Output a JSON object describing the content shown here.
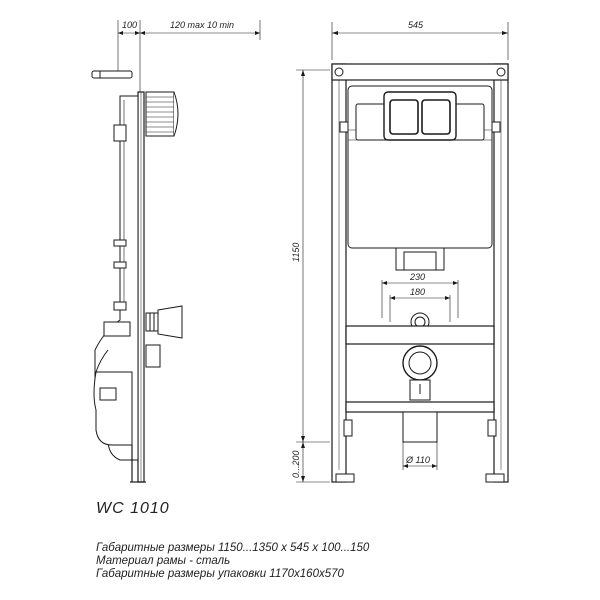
{
  "dimensions": {
    "side_depth": "100",
    "side_offset": "120 max 10 min",
    "front_width": "545",
    "height": "1150",
    "floor_offset": "0...200",
    "outlet_spacing_outer": "230",
    "outlet_spacing_inner": "180",
    "drain_diameter": "Ø 110"
  },
  "model": "WC 1010",
  "specs": [
    "Габаритные размеры 1150...1350 х 545  х 100...150",
    "Материал рамы  - сталь",
    "Габаритные размеры упаковки 1170х160х570"
  ],
  "colors": {
    "line": "#1a1a1a",
    "frame": "#2b2b2b"
  }
}
